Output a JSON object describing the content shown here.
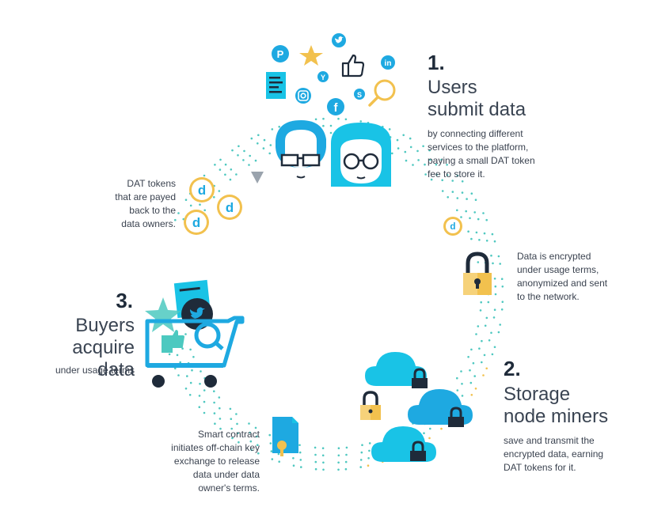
{
  "step1": {
    "number": "1.",
    "heading_line1": "Users",
    "heading_line2": "submit data",
    "description": [
      "by connecting different",
      "services to the platform,",
      "paying a small DAT token",
      "fee to store it."
    ]
  },
  "step2": {
    "number": "2.",
    "heading_line1": "Storage",
    "heading_line2": "node miners",
    "description": [
      "save and transmit the",
      "encrypted data, earning",
      "DAT tokens for it."
    ]
  },
  "step3": {
    "number": "3.",
    "heading_line1": "Buyers",
    "heading_line2": "acquire data",
    "description": [
      "under usage terms"
    ]
  },
  "notes": {
    "tokens_back": [
      "DAT tokens",
      "that are payed",
      "back to the",
      "data owners."
    ],
    "encrypted": [
      "Data is encrypted",
      "under usage terms,",
      "anonymized and sent",
      "to the network."
    ],
    "smart_contract": [
      "Smart contract",
      "initiates off-chain key",
      "exchange to release",
      "data under data",
      "owner's terms."
    ]
  },
  "token_symbol": "d",
  "colors": {
    "blue": "#1ea9e1",
    "cyan": "#19c3e6",
    "teal": "#4cc9c0",
    "gold": "#f2c14e",
    "navy": "#1f2b3a",
    "dots": "#4fc8c0"
  },
  "icons": [
    "pinterest-icon",
    "star-icon",
    "twitter-icon",
    "thumbs-up-icon",
    "linkedin-icon",
    "document-icon",
    "ycombinator-icon",
    "instagram-icon",
    "facebook-icon",
    "skype-icon",
    "magnifier-icon",
    "padlock-icon",
    "cloud-icon",
    "shopping-cart-icon",
    "contract-icon",
    "token-icon",
    "arrow-icon"
  ]
}
